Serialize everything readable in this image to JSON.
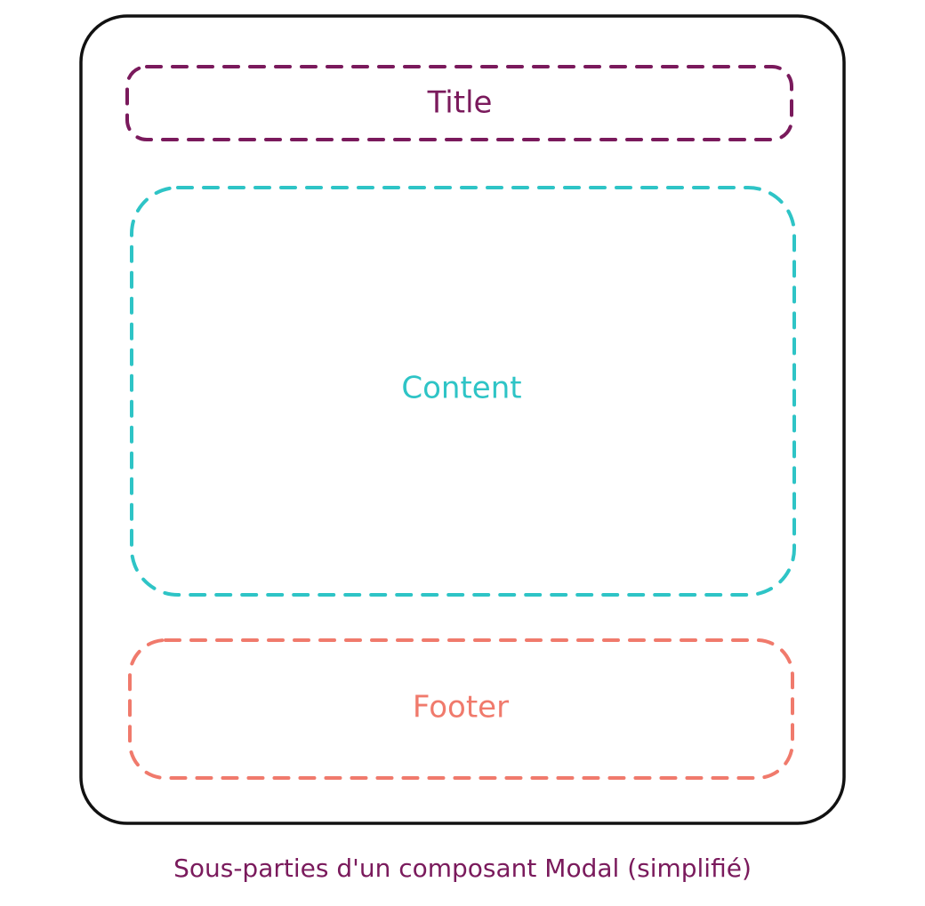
{
  "diagram": {
    "regions": {
      "title": {
        "label": "Title",
        "color": "#7a1a5c"
      },
      "content": {
        "label": "Content",
        "color": "#2ec4c6"
      },
      "footer": {
        "label": "Footer",
        "color": "#f07a6c"
      }
    },
    "frame_color": "#111111",
    "caption": {
      "text": "Sous-parties d'un composant Modal (simplifié)",
      "color": "#7a1a5c"
    }
  }
}
